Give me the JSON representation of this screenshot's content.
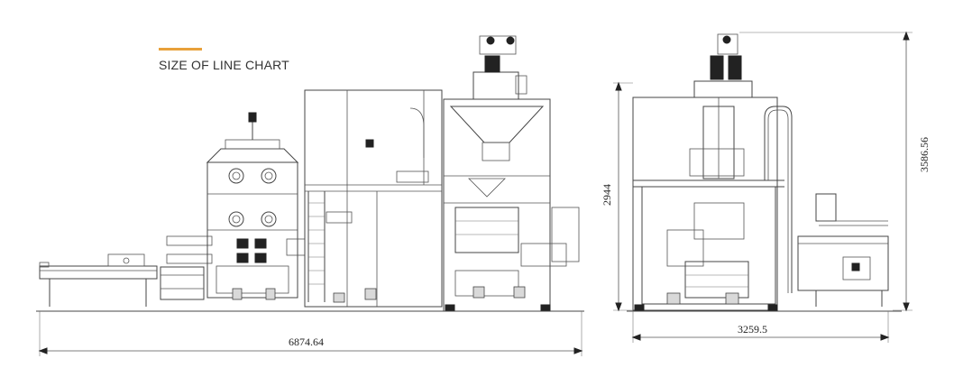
{
  "heading": {
    "title": "SIZE OF LINE CHART",
    "accent_color": "#E8A13A"
  },
  "dimensions": {
    "line_length": "6874.64",
    "side_width": "3259.5",
    "side_height": "2944",
    "side_total_height": "3586.56"
  },
  "views": [
    {
      "name": "front-view",
      "description_icon": "machine-front-elevation"
    },
    {
      "name": "side-view",
      "description_icon": "machine-side-elevation"
    }
  ]
}
